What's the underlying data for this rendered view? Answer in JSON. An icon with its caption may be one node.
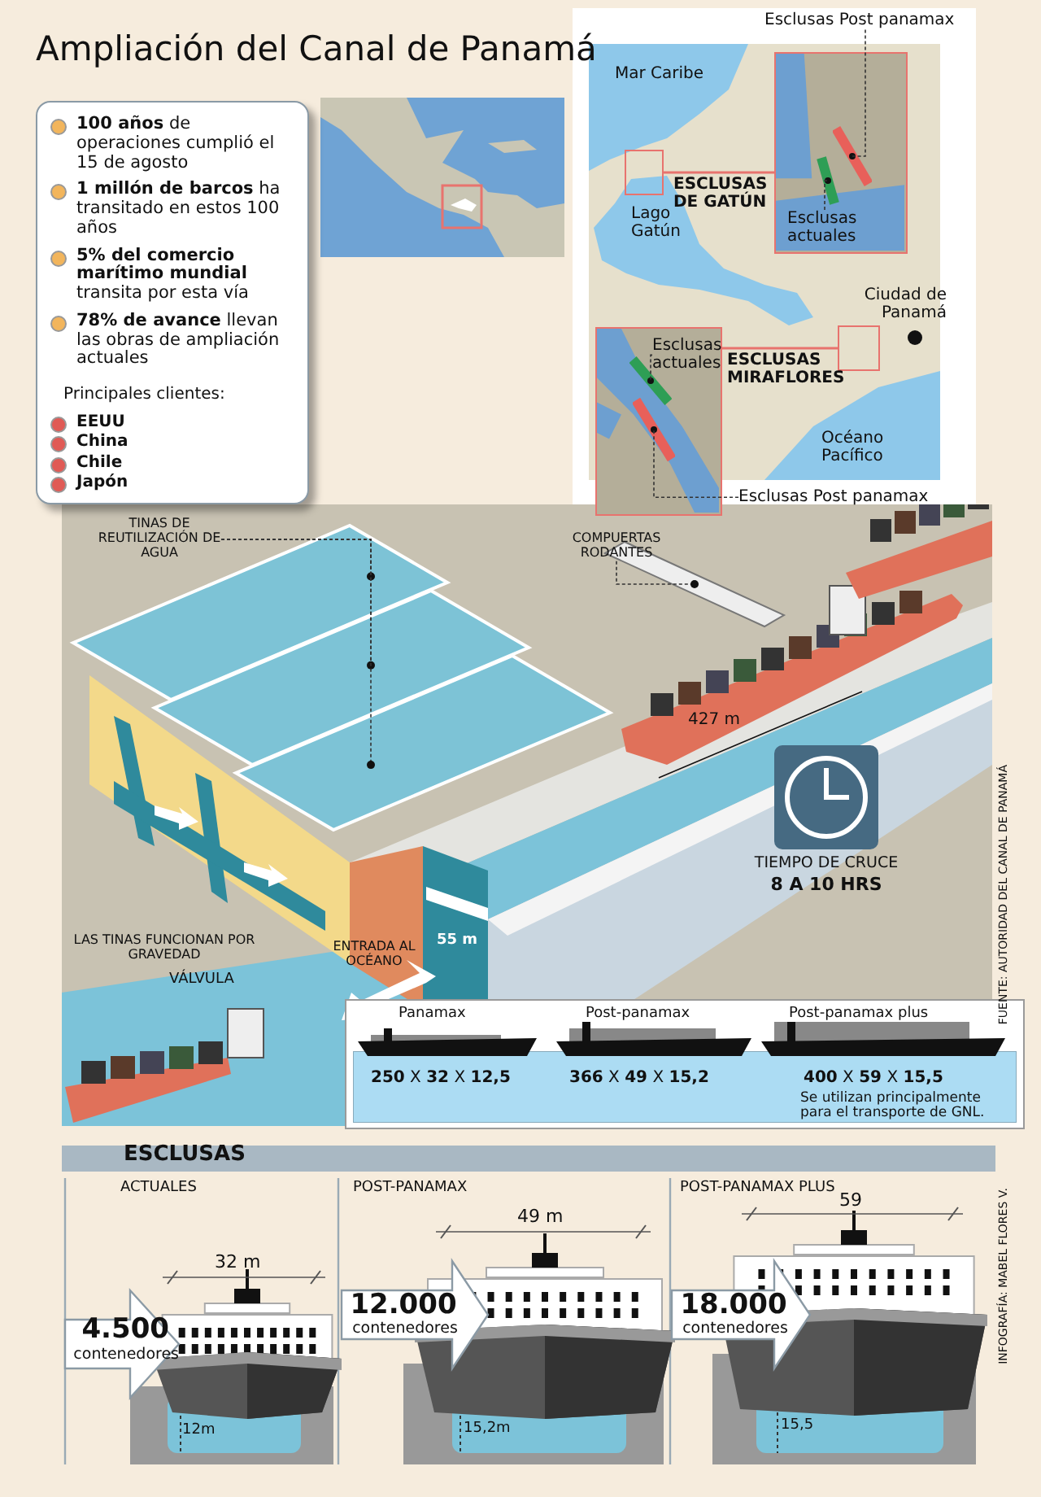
{
  "diagram": {
    "title": "Ampliación del Canal de Panamá",
    "nodes": [
      {
        "text": [
          "**100 años** de operaciones cumplió el 15 de agosto",
          "**1 millón de barcos** ha transitado en estos 100 años",
          "**5% del comercio marítimo mundial** transita por esta vía",
          "**78% de avance** llevan las obras de ampliación actuales",
          "Principales clientes:",
          "EEUU",
          "China",
          "Chile",
          "Japón"
        ]
      },
      {
        "text": [],
        "shape": "box"
      },
      {
        "text": [],
        "shape": "picture"
      },
      {
        "text": [
          "Esclusas Post panamax"
        ]
      },
      {
        "text": [],
        "shape": "bar",
        "in": 2
      },
      {
        "text": [
          "Esclusas actuales"
        ],
        "in": 2
      },
      {
        "text": [],
        "shape": "bar",
        "in": 2
      },
      {
        "text": [],
        "shape": "box"
      },
      {
        "text": [],
        "shape": "picture"
      },
      {
        "text": [
          "Esclusas actuales"
        ],
        "in": 8
      },
      {
        "text": [],
        "shape": "bar",
        "in": 8
      },
      {
        "text": [
          "Esclusas Post panamax"
        ]
      },
      {
        "text": [],
        "shape": "bar",
        "in": 8
      },
      {
        "text": [
          "TINAS DE REUTILIZACIÓN DE AGUA"
        ]
      },
      {
        "text": [
          "COMPUERTAS RODANTES"
        ]
      },
      {
        "text": [],
        "shape": "box"
      },
      {
        "text": [],
        "shape": "box"
      },
      {
        "text": [],
        "shape": "box"
      },
      {
        "text": [],
        "shape": "box"
      }
    ],
    "edges": [
      {
        "from": 1,
        "to": 2,
        "arrow": "none",
        "label": "ESCLUSAS DE GATÚN",
        "color": "#e8736e"
      },
      {
        "from": 3,
        "to": 4,
        "arrow": "none",
        "style": "dashed"
      },
      {
        "from": 5,
        "to": 6,
        "arrow": "none",
        "style": "dashed"
      },
      {
        "from": 7,
        "to": 8,
        "arrow": "none",
        "label": "ESCLUSAS MIRAFLORES",
        "color": "#e8736e"
      },
      {
        "from": 9,
        "to": 10,
        "arrow": "none",
        "style": "dashed"
      },
      {
        "from": 11,
        "to": 12,
        "arrow": "none",
        "style": "dashed"
      },
      {
        "from": 13,
        "to": 15,
        "arrow": "other",
        "style": "dashed"
      },
      {
        "from": 13,
        "to": 16,
        "arrow": "other",
        "style": "dashed"
      },
      {
        "from": 13,
        "to": 17,
        "arrow": "other",
        "style": "dashed"
      },
      {
        "from": 14,
        "to": 18,
        "arrow": "other",
        "style": "dashed"
      }
    ],
    "labels": [
      "Mar Caribe",
      "Lago Gatún",
      "Ciudad de Panamá",
      "Océano Pacífico",
      "LAS TINAS FUNCIONAN POR GRAVEDAD",
      "VÁLVULA",
      "55 m",
      "427 m",
      "ENTRADA AL OCÉANO",
      "TIEMPO DE CRUCE",
      "8 A 10 HRS",
      "FUENTE: AUTORIDAD DEL CANAL DE PANAMÁ",
      "Panamax",
      "Post-panamax",
      "Post-panamax plus",
      "**250** X **32** X **12,5**",
      "**366** X **49** X **15,2**",
      "**400** X **59** X **15,5**",
      "Se utilizan principalmente para el transporte de GNL.",
      "ESCLUSAS",
      "ACTUALES",
      "POST-PANAMAX",
      "POST-PANAMAX PLUS",
      "49 m",
      "59",
      "32 m",
      "4.500",
      "contenedores",
      "12.000",
      "contenedores",
      "18.000",
      "contenedores",
      "12m",
      "15,2m",
      "15,5",
      "INFOGRAFÍA: MABEL FLORES V."
    ]
  }
}
